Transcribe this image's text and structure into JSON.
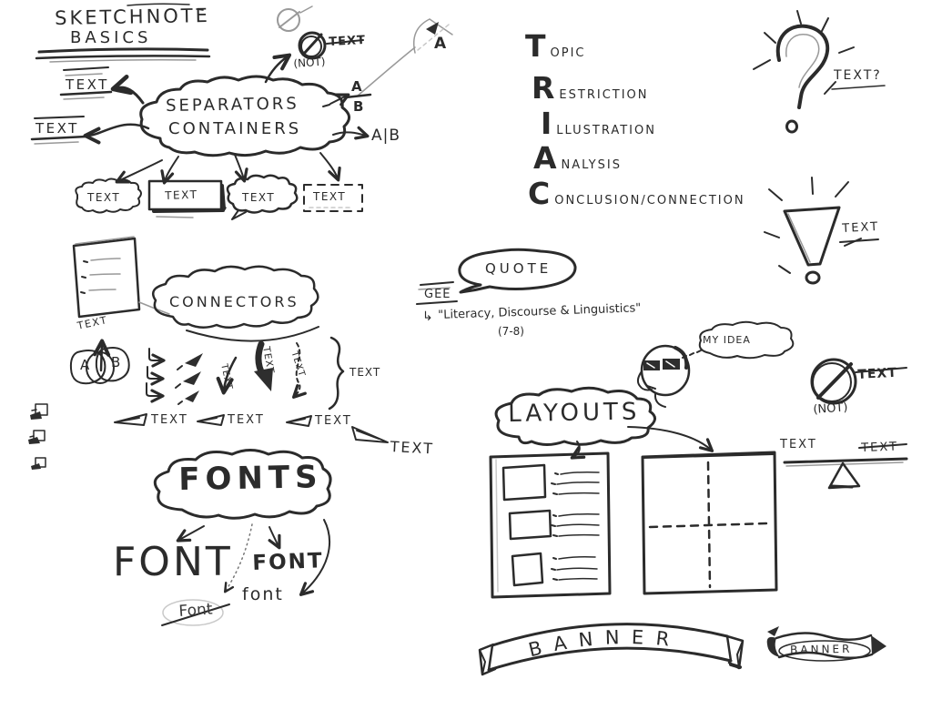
{
  "canvas": {
    "ink": "#2b2b2b",
    "pencil": "#999999",
    "bg": "#ffffff"
  },
  "title": {
    "line1": "SKETCHNOTE",
    "line2": "BASICS"
  },
  "separators": {
    "cloud_line1": "SEPARATORS",
    "cloud_line2": "CONTAINERS",
    "left_text_top": "TEXT",
    "left_text_bottom": "TEXT",
    "no_symbol_label": "TEXT",
    "no_symbol_caption": "(NOT)",
    "pennant_label": "A",
    "fraction_top": "A",
    "fraction_bottom": "B",
    "pipe_label": "A|B",
    "container_labels": [
      "TEXT",
      "TEXT",
      "TEXT",
      "TEXT"
    ]
  },
  "triac": {
    "items": [
      {
        "initial": "T",
        "rest": "OPIC"
      },
      {
        "initial": "R",
        "rest": "ESTRICTION"
      },
      {
        "initial": "I",
        "rest": "LLUSTRATION"
      },
      {
        "initial": "A",
        "rest": "NALYSIS"
      },
      {
        "initial": "C",
        "rest": "ONCLUSION/CONNECTION"
      }
    ]
  },
  "question_mark": {
    "label": "TEXT?"
  },
  "exclamation": {
    "label": "TEXT"
  },
  "connectors": {
    "cloud_label": "CONNECTORS",
    "venn": {
      "a": "A",
      "b": "B",
      "label": "TEXT"
    },
    "curve_label": "TEXT",
    "thick_label": "TEXT",
    "dashed_label": "TEXT",
    "brace_label": "TEXT",
    "wedge_labels": [
      "TEXT",
      "TEXT",
      "TEXT"
    ],
    "big_wedge_label": "TEXT"
  },
  "quote": {
    "bubble_label": "QUOTE",
    "author": "GEE",
    "arrow": "↳",
    "reference": "\"Literacy, Discourse & Linguistics\"",
    "pages": "(7-8)"
  },
  "layouts": {
    "cloud_label": "LAYOUTS",
    "idea_label": "MY IDEA"
  },
  "not_symbol_right": {
    "label": "TEXT",
    "caption": "(NOT)"
  },
  "balance": {
    "left": "TEXT",
    "right": "TEXT"
  },
  "fonts": {
    "cloud_label": "FONTS",
    "big": "FONT",
    "bold": "FONT",
    "lower": "font",
    "crossed": "Font"
  },
  "banners": {
    "large": "BANNER",
    "small": "BANNER"
  }
}
